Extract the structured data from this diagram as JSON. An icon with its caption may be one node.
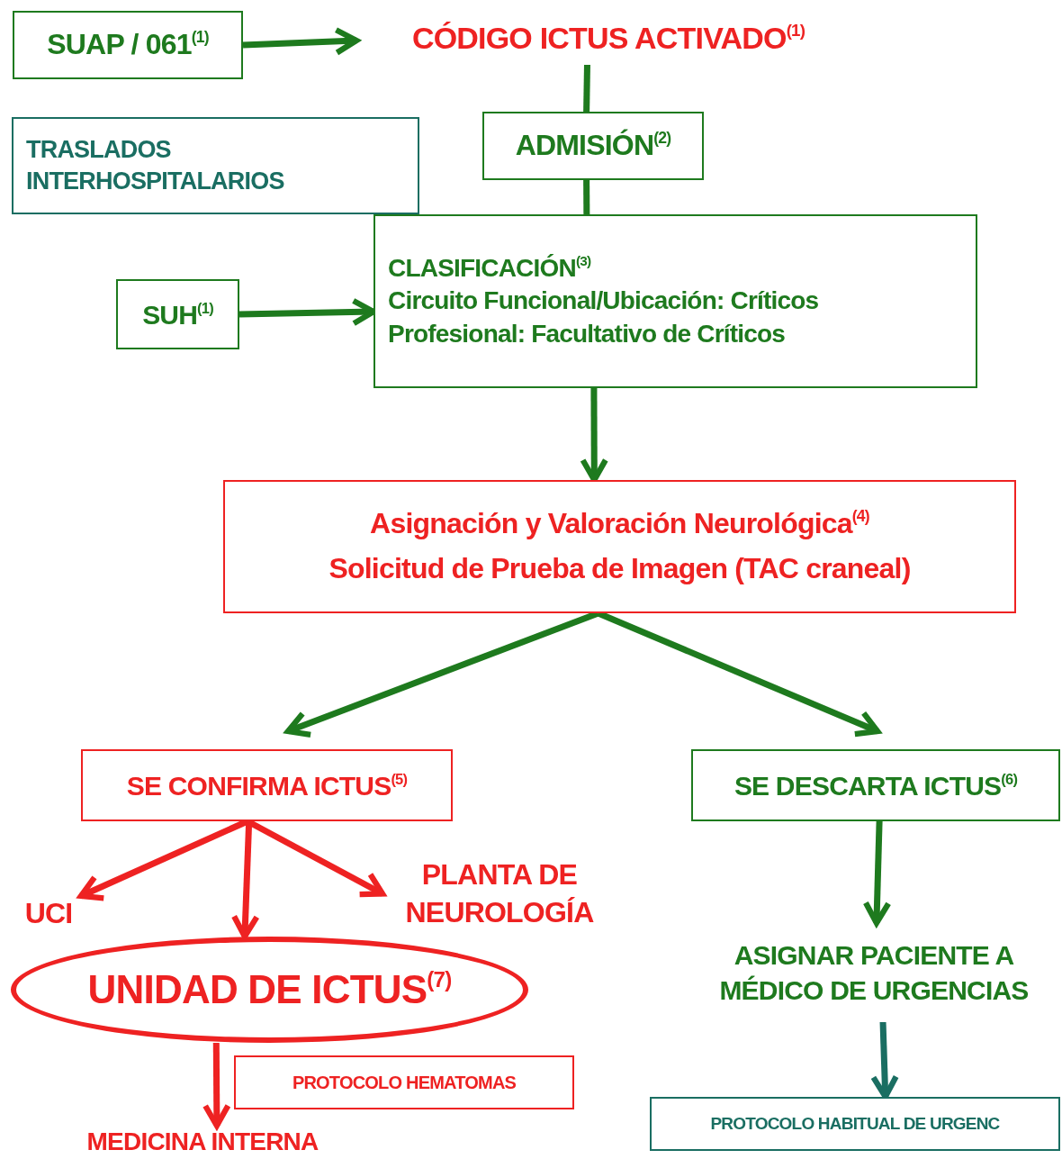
{
  "diagram": {
    "nodes": [
      {
        "text": [
          "SUAP / 061$^{(1)}$"
        ]
      },
      {
        "text": [
          "CÓDIGO ICTUS ACTIVADO$^{(1)}$"
        ]
      },
      {
        "text": [
          "ADMISIÓN$^{(2)}$"
        ]
      },
      {
        "text": [
          "TRASLADOS INTERHOSPITALARIOS"
        ]
      },
      {
        "text": [
          "CLASIFICACIÓN$^{(3)}$",
          "Circuito Funcional/Ubicación: Críticos",
          "Profesional: Facultativo de Críticos"
        ]
      },
      {
        "text": [
          "SUH$^{(1)}$"
        ]
      },
      {
        "text": [
          "Asignación y Valoración Neurológica$^{(4)}$",
          "Solicitud de Prueba de Imagen (TAC craneal)"
        ]
      },
      {
        "text": [
          "SE CONFIRMA ICTUS$^{(5)}$"
        ]
      },
      {
        "text": [
          "SE DESCARTA ICTUS$^{(6)}$"
        ]
      },
      {
        "text": [
          "UCI"
        ]
      },
      {
        "text": [
          "UNIDAD DE ICTUS$^{(7)}$"
        ]
      },
      {
        "text": [
          "PLANTA DE NEUROLOGÍA"
        ]
      },
      {
        "text": [
          "ASIGNAR PACIENTE A MÉDICO DE URGENCIAS"
        ]
      },
      {
        "text": [
          "PROTOCOLO HEMATOMAS"
        ]
      },
      {
        "text": [
          "MEDICINA INTERNA"
        ]
      },
      {
        "text": [
          "PROTOCOLO HABITUAL DE URGENC"
        ]
      }
    ],
    "edges": [
      {
        "from": 0,
        "to": 1,
        "arrow": "to"
      },
      {
        "from": 1,
        "to": 2,
        "arrow": "none"
      },
      {
        "from": 2,
        "to": 4,
        "arrow": "none"
      },
      {
        "from": 5,
        "to": 4,
        "arrow": "to"
      },
      {
        "from": 4,
        "to": 6,
        "arrow": "to"
      },
      {
        "from": 6,
        "to": 7,
        "arrow": "to"
      },
      {
        "from": 6,
        "to": 8,
        "arrow": "to"
      },
      {
        "from": 7,
        "to": 9,
        "arrow": "to",
        "color": "#ee2222"
      },
      {
        "from": 7,
        "to": 10,
        "arrow": "to",
        "color": "#ee2222"
      },
      {
        "from": 7,
        "to": 11,
        "arrow": "to",
        "color": "#ee2222"
      },
      {
        "from": 8,
        "to": 12,
        "arrow": "to"
      },
      {
        "from": 12,
        "to": 15,
        "arrow": "to",
        "color": "#1a6e62"
      },
      {
        "from": 10,
        "to": 14,
        "arrow": "to",
        "color": "#ee2222"
      }
    ]
  }
}
